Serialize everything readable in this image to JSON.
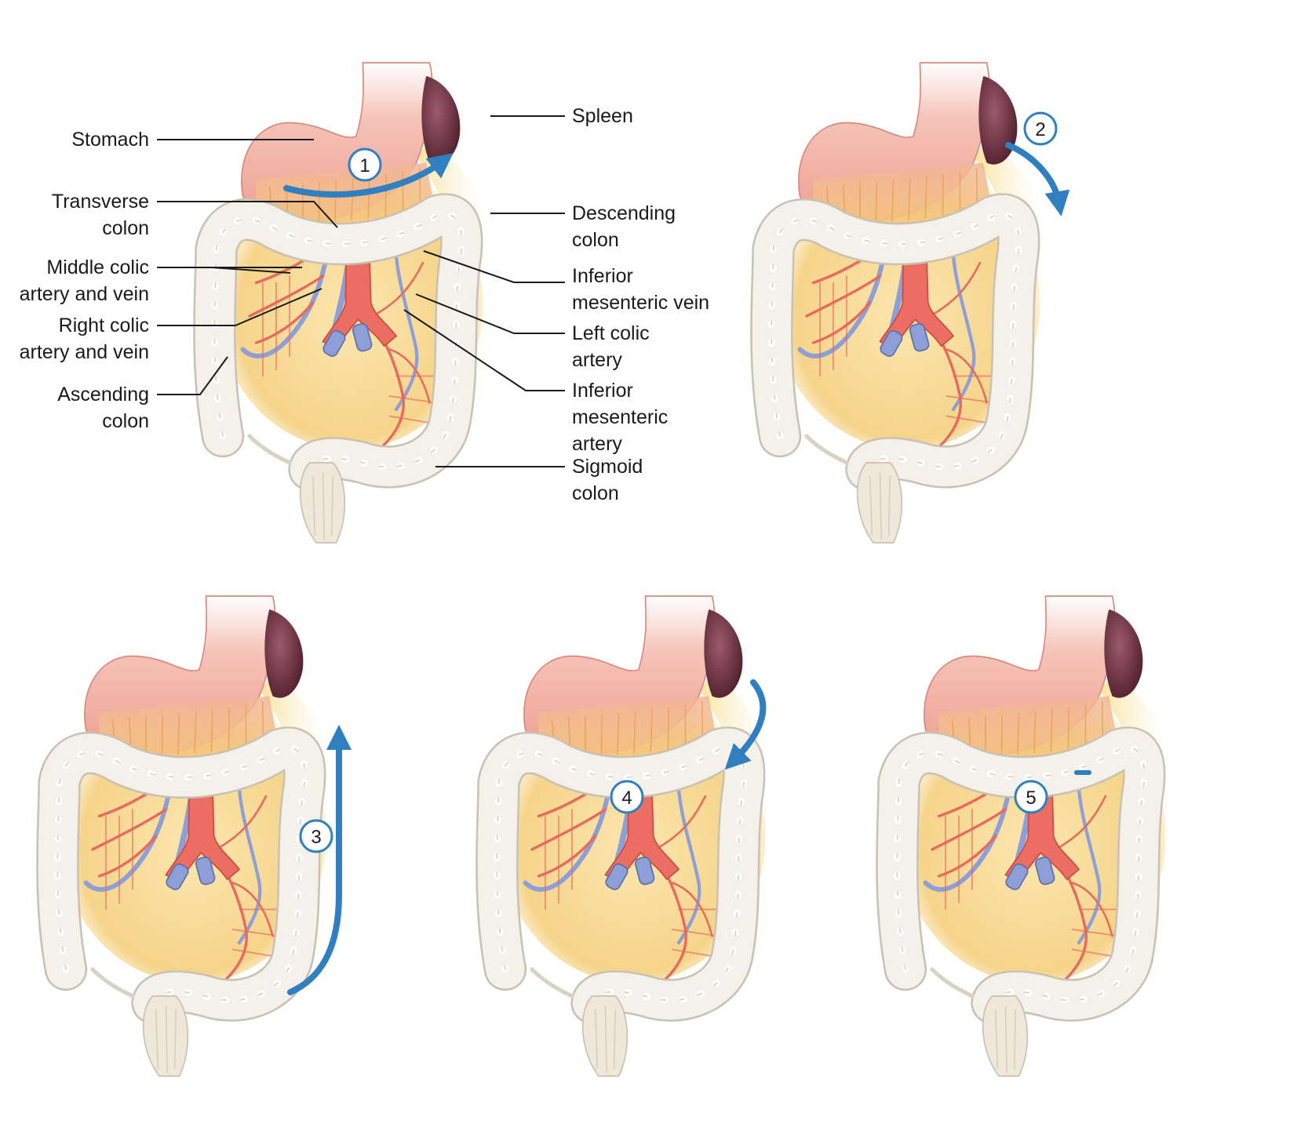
{
  "labels_left": [
    {
      "key": "stomach",
      "lines": [
        "Stomach"
      ]
    },
    {
      "key": "transverse",
      "lines": [
        "Transverse",
        "colon"
      ]
    },
    {
      "key": "middle",
      "lines": [
        "Middle colic",
        "artery and vein"
      ]
    },
    {
      "key": "right",
      "lines": [
        "Right colic",
        "artery and vein"
      ]
    },
    {
      "key": "ascending",
      "lines": [
        "Ascending",
        "colon"
      ]
    }
  ],
  "labels_right": [
    {
      "key": "spleen",
      "lines": [
        "Spleen"
      ]
    },
    {
      "key": "descending",
      "lines": [
        "Descending",
        "colon"
      ]
    },
    {
      "key": "imv",
      "lines": [
        "Inferior",
        "mesenteric vein"
      ]
    },
    {
      "key": "leftcolic",
      "lines": [
        "Left colic",
        "artery"
      ]
    },
    {
      "key": "ima",
      "lines": [
        "Inferior",
        "mesenteric",
        "artery"
      ]
    },
    {
      "key": "sigmoid",
      "lines": [
        "Sigmoid",
        "colon"
      ]
    }
  ],
  "steps": [
    "1",
    "2",
    "3",
    "4",
    "5"
  ],
  "colors": {
    "arrow": "#2f7fc1",
    "artery": "#e86a5c",
    "vein": "#8d9fd6",
    "colon": "#efe9df",
    "stomach": "#f2b3a6",
    "spleen": "#6e2d3e",
    "fat": "#f7d58c",
    "leader": "#1a1a1a"
  },
  "icons": [
    "step-arrow-icon",
    "step-badge-icon"
  ]
}
